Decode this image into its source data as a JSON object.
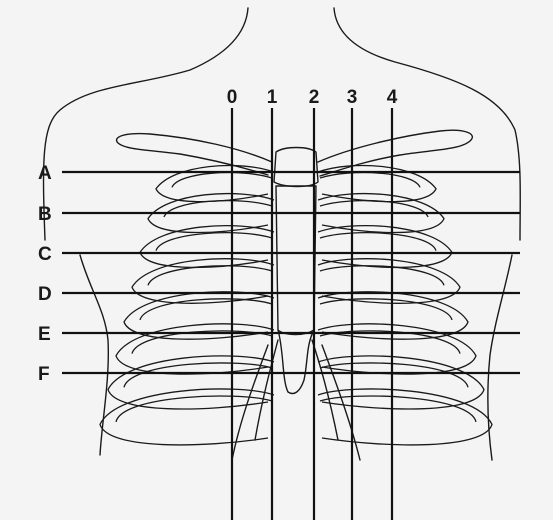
{
  "diagram": {
    "column_labels": [
      "0",
      "1",
      "2",
      "3",
      "4"
    ],
    "row_labels": [
      "A",
      "B",
      "C",
      "D",
      "E",
      "F"
    ]
  }
}
